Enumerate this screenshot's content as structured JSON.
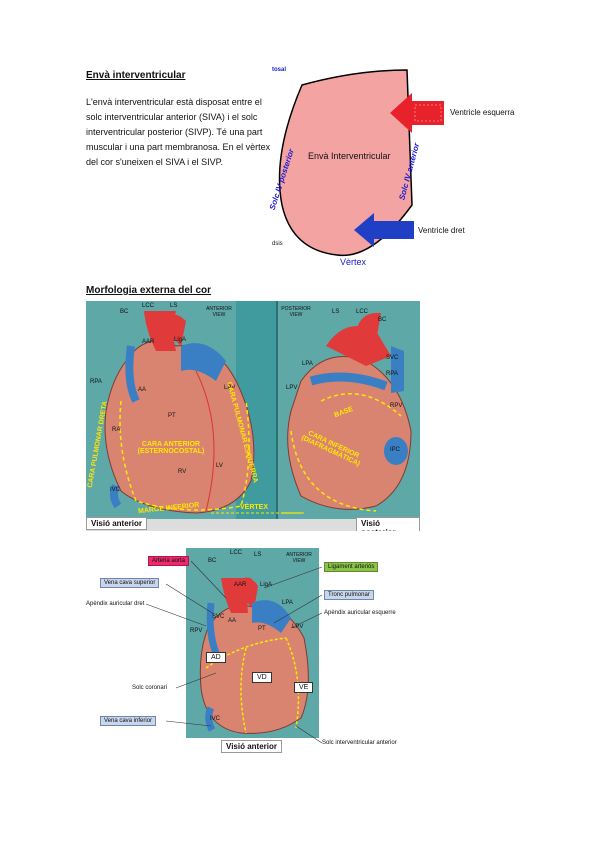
{
  "section1": {
    "heading": "Envà interventricular",
    "paragraph": "L'envà interventricular està disposat entre el solc interventricular anterior (SIVA) i el solc interventricular posterior (SIVP). Té una part muscular i una part membranosa. En el vèrtex del cor s'uneixen el SIVA i el SIVP."
  },
  "septum_diagram": {
    "top_mark": "tosal",
    "center_label": "Envà Interventricular",
    "left_side_label": "Solc IV posterior",
    "right_side_label": "Solc IV anterior",
    "arrow_top_label": "Ventricle esquerra",
    "arrow_bottom_label": "Ventricle dret",
    "bottom_left_mark": "dsis",
    "bottom_label": "Vèrtex",
    "colors": {
      "septum": "#f4a3a3",
      "red_arrow": "#e8222a",
      "blue_arrow": "#1f3fc4",
      "side_text": "#1a1ad0"
    }
  },
  "section2": {
    "heading": "Morfologia externa del cor"
  },
  "figure1": {
    "anterior": {
      "view_title": "ANTERIOR VIEW",
      "caption": "Visió anterior",
      "vessels": [
        "BC",
        "LCC",
        "LS",
        "AAR",
        "LigA",
        "RPA",
        "AA",
        "LPV",
        "PT",
        "RA",
        "RV",
        "LV",
        "IVC"
      ],
      "face_labels": [
        "CARA PULMONAR DRETA",
        "CARA ANTERIOR (ESTERNOCOSTAL)",
        "CARA PULMONAR ESQUERRA",
        "MARGE INFERIOR"
      ]
    },
    "posterior": {
      "view_title": "POSTERIOR VIEW",
      "caption": "Visió posterior",
      "vessels": [
        "LS",
        "LCC",
        "BC",
        "LPA",
        "SVC",
        "RPA",
        "LPV",
        "RPV",
        "IPC"
      ],
      "face_labels": [
        "BASE",
        "CARA INFERIOR (DIAFRAGMÀTICA)"
      ]
    },
    "vertex_label": "VÈRTEX",
    "colors": {
      "background": "#5fa8a8",
      "yellow": "#ffe600",
      "heart": "#d98470",
      "artery": "#e03a3a",
      "vein": "#3a7fc4"
    }
  },
  "figure2": {
    "caption": "Visió anterior",
    "view_title": "ANTERIOR VIEW",
    "vessels": [
      "BC",
      "LCC",
      "LS",
      "AAR",
      "LigA",
      "LPA",
      "SVC",
      "AA",
      "PT",
      "RPV",
      "LPV",
      "IVC"
    ],
    "inside_labels": [
      "AD",
      "VD",
      "VE"
    ],
    "annotations_left": [
      "Arteria aorta",
      "Vena cava superior",
      "Apèndix auricular dret",
      "Solc coronari",
      "Vena cava inferior"
    ],
    "annotations_right": [
      "Ligament arteriós",
      "Tronc pulmonar",
      "Apèndix auricular esquerre",
      "Solc interventricular anterior"
    ],
    "colors": {
      "tag_pink": "#ea2a6c",
      "tag_green": "#8bc34a",
      "tag_blue": "#c9d5ea"
    }
  }
}
